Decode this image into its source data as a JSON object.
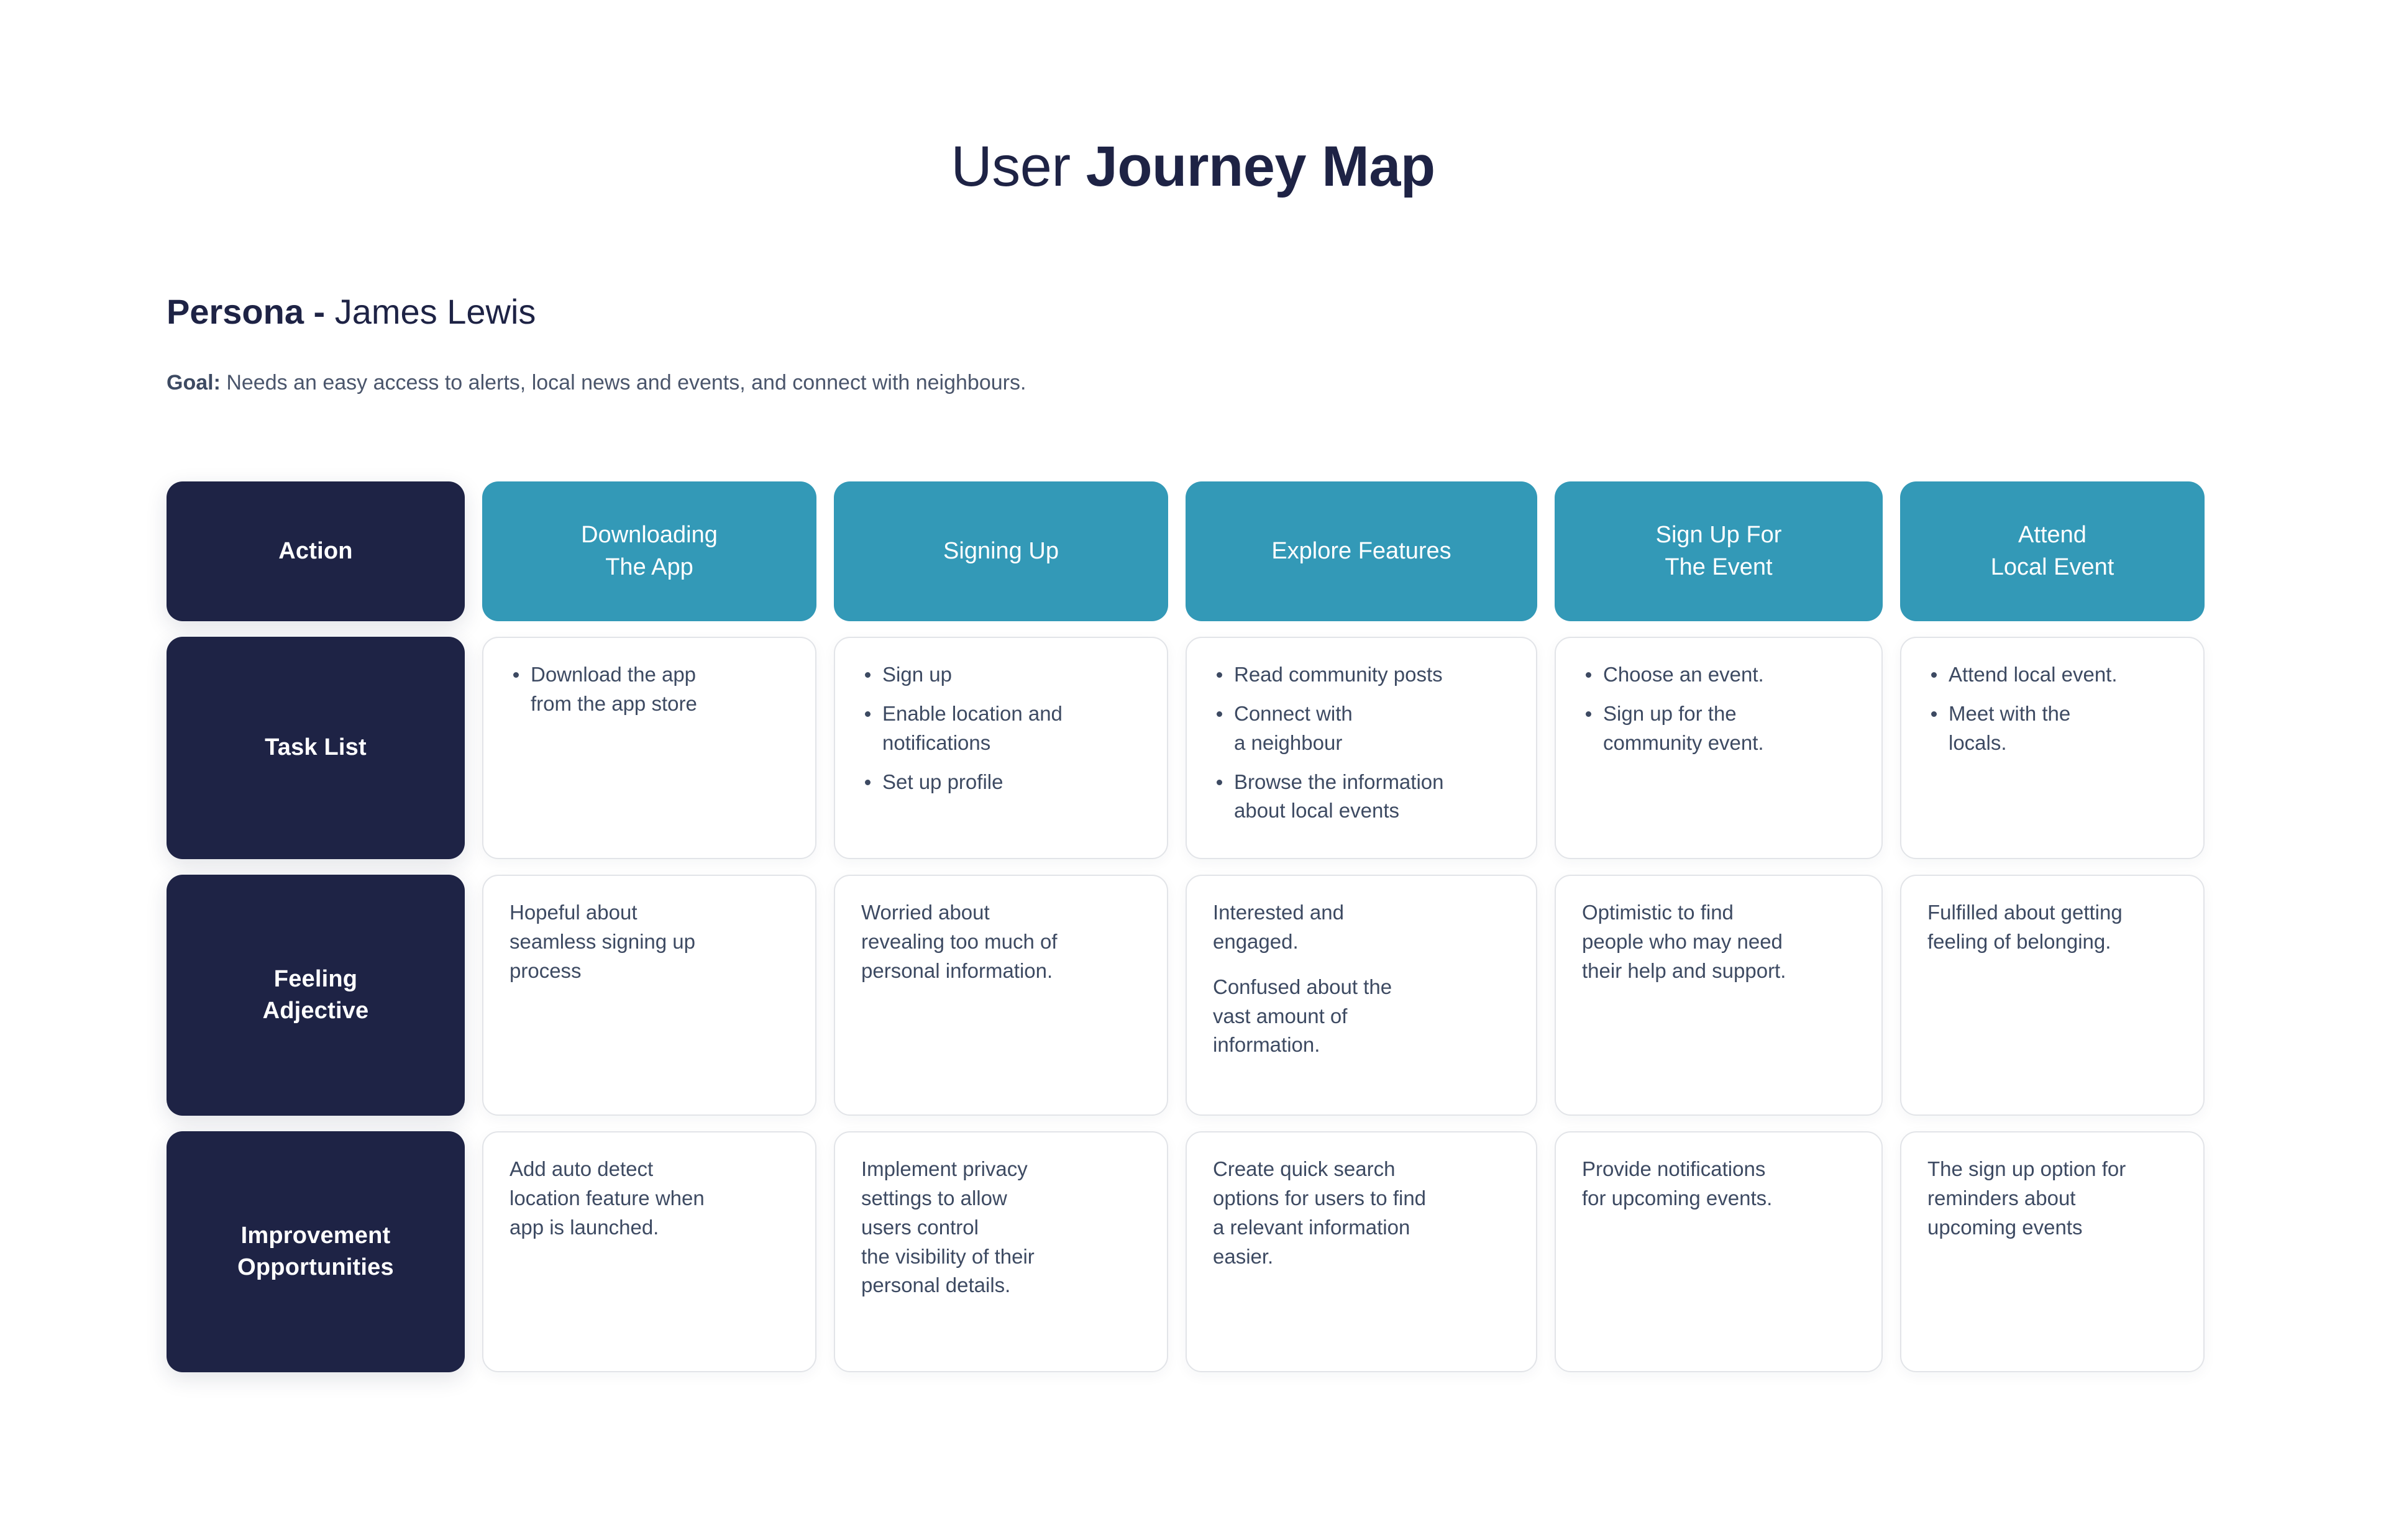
{
  "title": {
    "part_light": "User ",
    "part_bold": "Journey Map"
  },
  "persona": {
    "label": "Persona - ",
    "name": "James Lewis",
    "goal_label": "Goal: ",
    "goal_text": "Needs an easy access to alerts, local news and events, and connect with neighbours."
  },
  "colors": {
    "navy": "#1e2345",
    "teal": "#3399b7",
    "body_text": "#3d4a62",
    "card_border": "#e2e4e8",
    "background": "#ffffff"
  },
  "grid": {
    "row_labels": [
      "Action",
      "Task List",
      "Feeling Adjective",
      "Improvement Opportunities"
    ],
    "row_labels_lines": [
      [
        "Action"
      ],
      [
        "Task List"
      ],
      [
        "Feeling",
        "Adjective"
      ],
      [
        "Improvement",
        "Opportunities"
      ]
    ],
    "stages": [
      {
        "lines": [
          "Downloading",
          "The App"
        ]
      },
      {
        "lines": [
          "Signing Up"
        ]
      },
      {
        "lines": [
          "Explore Features"
        ]
      },
      {
        "lines": [
          "Sign Up For",
          "The Event"
        ]
      },
      {
        "lines": [
          "Attend",
          "Local Event"
        ]
      }
    ],
    "task_list": [
      {
        "bullets": [
          [
            "Download the app",
            "from the app store"
          ]
        ]
      },
      {
        "bullets": [
          [
            "Sign up"
          ],
          [
            "Enable location and",
            "notifications"
          ],
          [
            "Set up profile"
          ]
        ]
      },
      {
        "bullets": [
          [
            "Read community posts"
          ],
          [
            "Connect with",
            "a neighbour"
          ],
          [
            "Browse the information",
            "about local events"
          ]
        ]
      },
      {
        "bullets": [
          [
            "Choose an event."
          ],
          [
            "Sign up for the",
            "community event."
          ]
        ]
      },
      {
        "bullets": [
          [
            "Attend local event."
          ],
          [
            "Meet with the",
            "locals."
          ]
        ]
      }
    ],
    "feeling_adjective": [
      {
        "paragraphs": [
          [
            "Hopeful about",
            "seamless signing up",
            "process"
          ]
        ]
      },
      {
        "paragraphs": [
          [
            "Worried about",
            "revealing too much of",
            "personal information."
          ]
        ]
      },
      {
        "paragraphs": [
          [
            "Interested and",
            "engaged."
          ],
          [
            "Confused about the",
            "vast amount of",
            "information."
          ]
        ]
      },
      {
        "paragraphs": [
          [
            "Optimistic to find",
            "people who may need",
            "their help and support."
          ]
        ]
      },
      {
        "paragraphs": [
          [
            "Fulfilled about getting",
            "feeling of belonging."
          ]
        ]
      }
    ],
    "improvement_opportunities": [
      {
        "paragraphs": [
          [
            "Add auto detect",
            "location feature when",
            "app is launched."
          ]
        ]
      },
      {
        "paragraphs": [
          [
            "Implement privacy",
            "settings to allow",
            "users control",
            "the visibility of their",
            "personal details."
          ]
        ]
      },
      {
        "paragraphs": [
          [
            "Create quick search",
            "options for users to find",
            "a relevant information",
            "easier."
          ]
        ]
      },
      {
        "paragraphs": [
          [
            "Provide notifications",
            "for upcoming events."
          ]
        ]
      },
      {
        "paragraphs": [
          [
            "The sign up option for",
            "reminders about",
            "upcoming events"
          ]
        ]
      }
    ]
  }
}
